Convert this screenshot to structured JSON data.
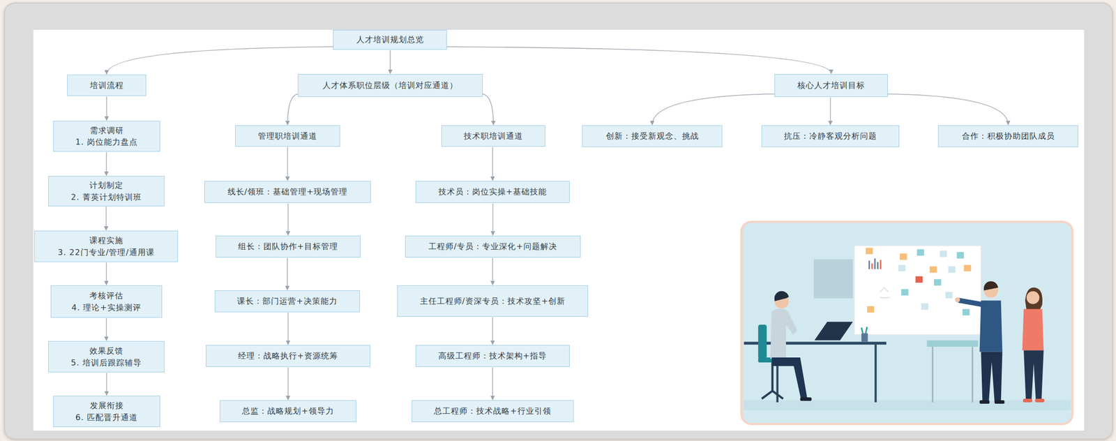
{
  "diagram": {
    "nodes": [
      {
        "text": [
          "人才培训规划总览"
        ]
      },
      {
        "text": [
          "培训流程"
        ]
      },
      {
        "text": [
          "需求调研",
          "1. 岗位能力盘点"
        ]
      },
      {
        "text": [
          "计划制定",
          "2. 菁英计划特训班"
        ]
      },
      {
        "text": [
          "课程实施",
          "3. 22门专业/管理/通用课"
        ]
      },
      {
        "text": [
          "考核评估",
          "4. 理论+实操测评"
        ]
      },
      {
        "text": [
          "效果反馈",
          "5. 培训后跟踪辅导"
        ]
      },
      {
        "text": [
          "发展衔接",
          "6. 匹配晋升通道"
        ]
      },
      {
        "text": [
          "人才体系职位层级（培训对应通道）"
        ]
      },
      {
        "text": [
          "管理职培训通道"
        ]
      },
      {
        "text": [
          "线长/领班：基础管理+现场管理"
        ]
      },
      {
        "text": [
          "组长：团队协作+目标管理"
        ]
      },
      {
        "text": [
          "课长：部门运营+决策能力"
        ]
      },
      {
        "text": [
          "经理：战略执行+资源统筹"
        ]
      },
      {
        "text": [
          "总监：战略规划+领导力"
        ]
      },
      {
        "text": [
          "技术职培训通道"
        ]
      },
      {
        "text": [
          "技术员：岗位实操+基础技能"
        ]
      },
      {
        "text": [
          "工程师/专员：专业深化+问题解决"
        ]
      },
      {
        "text": [
          "主任工程师/资深专员：技术攻坚+创新"
        ]
      },
      {
        "text": [
          "高级工程师：技术架构+指导"
        ]
      },
      {
        "text": [
          "总工程师：技术战略+行业引领"
        ]
      },
      {
        "text": [
          "核心人才培训目标"
        ]
      },
      {
        "text": [
          "创新：接受新观念、挑战"
        ]
      },
      {
        "text": [
          "抗压：冷静客观分析问题"
        ]
      },
      {
        "text": [
          "合作：积极协助团队成员"
        ]
      }
    ],
    "edges": [
      {
        "from": 0,
        "to": 1,
        "arrow": "to"
      },
      {
        "from": 0,
        "to": 8,
        "arrow": "to"
      },
      {
        "from": 0,
        "to": 21,
        "arrow": "to"
      },
      {
        "from": 1,
        "to": 2,
        "arrow": "to"
      },
      {
        "from": 2,
        "to": 3,
        "arrow": "to"
      },
      {
        "from": 3,
        "to": 4,
        "arrow": "to"
      },
      {
        "from": 4,
        "to": 5,
        "arrow": "to"
      },
      {
        "from": 5,
        "to": 6,
        "arrow": "to"
      },
      {
        "from": 6,
        "to": 7,
        "arrow": "to"
      },
      {
        "from": 8,
        "to": 9,
        "arrow": "to"
      },
      {
        "from": 8,
        "to": 15,
        "arrow": "to"
      },
      {
        "from": 9,
        "to": 10,
        "arrow": "to"
      },
      {
        "from": 10,
        "to": 11,
        "arrow": "to"
      },
      {
        "from": 11,
        "to": 12,
        "arrow": "to"
      },
      {
        "from": 12,
        "to": 13,
        "arrow": "to"
      },
      {
        "from": 13,
        "to": 14,
        "arrow": "to"
      },
      {
        "from": 15,
        "to": 16,
        "arrow": "to"
      },
      {
        "from": 16,
        "to": 17,
        "arrow": "to"
      },
      {
        "from": 17,
        "to": 18,
        "arrow": "to"
      },
      {
        "from": 18,
        "to": 19,
        "arrow": "to"
      },
      {
        "from": 19,
        "to": 20,
        "arrow": "to"
      },
      {
        "from": 21,
        "to": 22,
        "arrow": "to"
      },
      {
        "from": 21,
        "to": 23,
        "arrow": "to"
      },
      {
        "from": 21,
        "to": 24,
        "arrow": "to"
      }
    ]
  }
}
